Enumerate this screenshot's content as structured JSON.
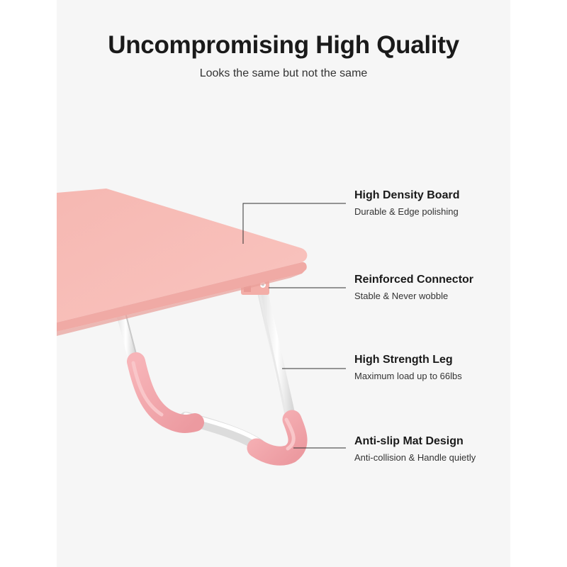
{
  "header": {
    "title": "Uncompromising High Quality",
    "subtitle": "Looks the same but not the same"
  },
  "features": [
    {
      "title": "High Density Board",
      "description": "Durable & Edge polishing"
    },
    {
      "title": "Reinforced Connector",
      "description": "Stable & Never wobble"
    },
    {
      "title": "High Strength Leg",
      "description": "Maximum load up to 66lbs"
    },
    {
      "title": "Anti-slip Mat Design",
      "description": "Anti-collision & Handle quietly"
    }
  ],
  "colors": {
    "background": "#f6f6f6",
    "board_top": "#f7b7b1",
    "board_edge": "#f0aaa5",
    "leg": "#ffffff",
    "foot_pad": "#f2a7ab",
    "leader_line": "#333333",
    "text": "#1a1a1a"
  }
}
